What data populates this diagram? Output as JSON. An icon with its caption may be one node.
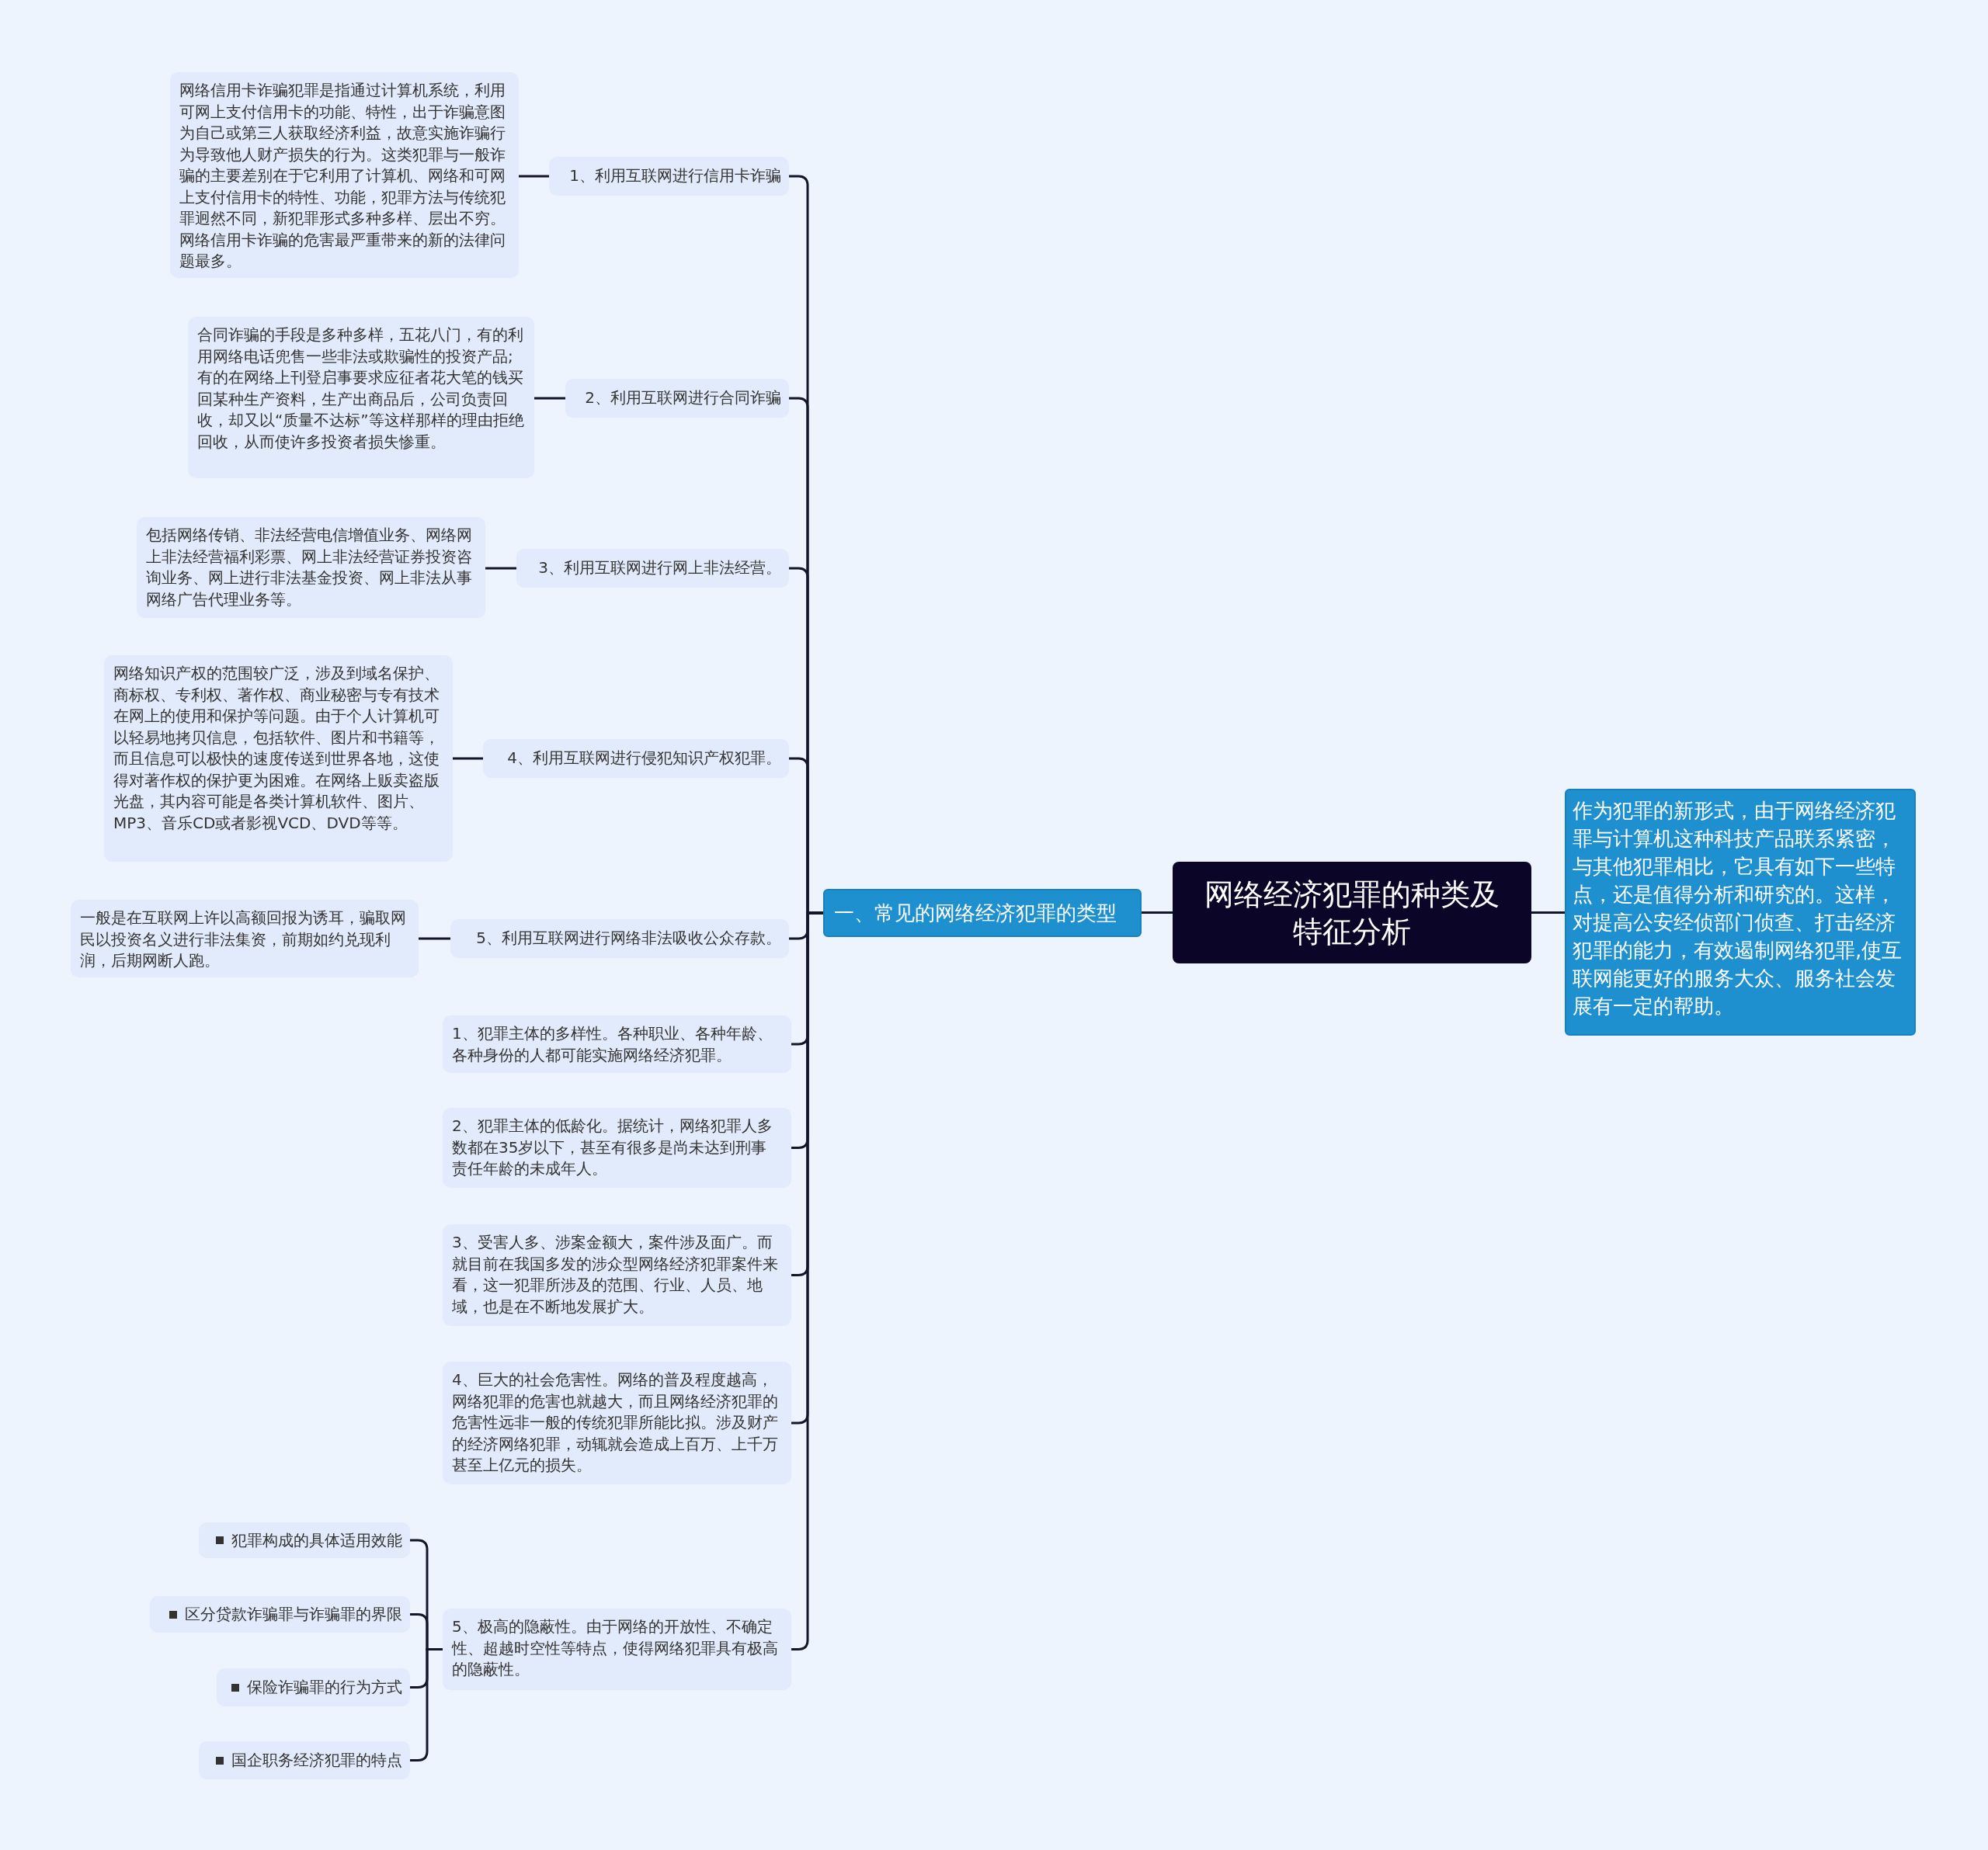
{
  "diagram": {
    "nodes": [
      {
        "text": [
          "网络经济犯罪的种类及特征分析"
        ]
      },
      {
        "text": [
          "作为犯罪的新形式，由于网络经济犯罪与计算机这种科技产品联系紧密，与其他犯罪相比，它具有如下一些特点，还是值得分析和研究的。这样，对提高公安经侦部门侦查、打击经济犯罪的能力，有效遏制网络犯罪,使互联网能更好的服务大众、服务社会发展有一定的帮助。"
        ]
      },
      {
        "text": [
          "一、常见的网络经济犯罪的类型"
        ]
      },
      {
        "text": [
          "1、利用互联网进行信用卡诈骗"
        ]
      },
      {
        "text": [
          "网络信用卡诈骗犯罪是指通过计算机系统，利用可网上支付信用卡的功能、特性，出于诈骗意图为自己或第三人获取经济利益，故意实施诈骗行为导致他人财产损失的行为。这类犯罪与一般诈骗的主要差别在于它利用了计算机、网络和可网上支付信用卡的特性、功能，犯罪方法与传统犯罪迥然不同，新犯罪形式多种多样、层出不穷。网络信用卡诈骗的危害最严重带来的新的法律问题最多。"
        ]
      },
      {
        "text": [
          "2、利用互联网进行合同诈骗"
        ]
      },
      {
        "text": [
          "合同诈骗的手段是多种多样，五花八门，有的利用网络电话兜售一些非法或欺骗性的投资产品;有的在网络上刊登启事要求应征者花大笔的钱买回某种生产资料，生产出商品后，公司负责回收，却又以“质量不达标”等这样那样的理由拒绝回收，从而使许多投资者损失惨重。"
        ]
      },
      {
        "text": [
          "3、利用互联网进行网上非法经营。"
        ]
      },
      {
        "text": [
          "包括网络传销、非法经营电信增值业务、网络网上非法经营福利彩票、网上非法经营证券投资咨询业务、网上进行非法基金投资、网上非法从事网络广告代理业务等。"
        ]
      },
      {
        "text": [
          "4、利用互联网进行侵犯知识产权犯罪。"
        ]
      },
      {
        "text": [
          "网络知识产权的范围较广泛，涉及到域名保护、商标权、专利权、著作权、商业秘密与专有技术在网上的使用和保护等问题。由于个人计算机可以轻易地拷贝信息，包括软件、图片和书籍等，而且信息可以极快的速度传送到世界各地，这使得对著作权的保护更为困难。在网络上贩卖盗版光盘，其内容可能是各类计算机软件、图片、MP3、音乐CD或者影视VCD、DVD等等。"
        ]
      },
      {
        "text": [
          "5、利用互联网进行网络非法吸收公众存款。"
        ]
      },
      {
        "text": [
          "一般是在互联网上许以高额回报为诱耳，骗取网民以投资名义进行非法集资，前期如约兑现利润，后期网断人跑。"
        ]
      },
      {
        "text": [
          "1、犯罪主体的多样性。各种职业、各种年龄、各种身份的人都可能实施网络经济犯罪。"
        ]
      },
      {
        "text": [
          "2、犯罪主体的低龄化。据统计，网络犯罪人多数都在35岁以下，甚至有很多是尚未达到刑事责任年龄的未成年人。"
        ]
      },
      {
        "text": [
          "3、受害人多、涉案金额大，案件涉及面广。而就目前在我国多发的涉众型网络经济犯罪案件来看，这一犯罪所涉及的范围、行业、人员、地域，也是在不断地发展扩大。"
        ]
      },
      {
        "text": [
          "4、巨大的社会危害性。网络的普及程度越高，网络犯罪的危害也就越大，而且网络经济犯罪的危害性远非一般的传统犯罪所能比拟。涉及财产的经济网络犯罪，动辄就会造成上百万、上千万甚至上亿元的损失。"
        ]
      },
      {
        "text": [
          "5、极高的隐蔽性。由于网络的开放性、不确定性、超越时空性等特点，使得网络犯罪具有极高的隐蔽性。"
        ]
      },
      {
        "text": [
          "犯罪构成的具体适用效能"
        ]
      },
      {
        "text": [
          "区分贷款诈骗罪与诈骗罪的界限"
        ]
      },
      {
        "text": [
          "保险诈骗罪的行为方式"
        ]
      },
      {
        "text": [
          "国企职务经济犯罪的特点"
        ]
      }
    ],
    "edges": [
      {
        "from": 0,
        "to": 1,
        "arrow": "none"
      },
      {
        "from": 0,
        "to": 2,
        "arrow": "none"
      },
      {
        "from": 2,
        "to": 3,
        "arrow": "none"
      },
      {
        "from": 3,
        "to": 4,
        "arrow": "none"
      },
      {
        "from": 2,
        "to": 5,
        "arrow": "none"
      },
      {
        "from": 5,
        "to": 6,
        "arrow": "none"
      },
      {
        "from": 2,
        "to": 7,
        "arrow": "none"
      },
      {
        "from": 7,
        "to": 8,
        "arrow": "none"
      },
      {
        "from": 2,
        "to": 9,
        "arrow": "none"
      },
      {
        "from": 9,
        "to": 10,
        "arrow": "none"
      },
      {
        "from": 2,
        "to": 11,
        "arrow": "none"
      },
      {
        "from": 11,
        "to": 12,
        "arrow": "none"
      },
      {
        "from": 2,
        "to": 13,
        "arrow": "none"
      },
      {
        "from": 2,
        "to": 14,
        "arrow": "none"
      },
      {
        "from": 2,
        "to": 15,
        "arrow": "none"
      },
      {
        "from": 2,
        "to": 16,
        "arrow": "none"
      },
      {
        "from": 2,
        "to": 17,
        "arrow": "none"
      },
      {
        "from": 17,
        "to": 18,
        "arrow": "none"
      },
      {
        "from": 17,
        "to": 19,
        "arrow": "none"
      },
      {
        "from": 17,
        "to": 20,
        "arrow": "none"
      },
      {
        "from": 17,
        "to": 21,
        "arrow": "none"
      }
    ]
  }
}
